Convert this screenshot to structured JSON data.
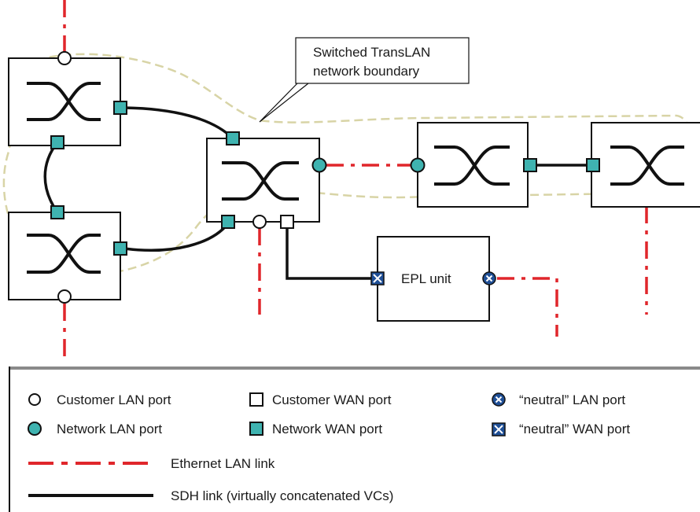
{
  "callout": {
    "line1": "Switched TransLAN",
    "line2": "network boundary"
  },
  "epl_unit": {
    "label": "EPL unit"
  },
  "legend": {
    "customer_lan_port": "Customer LAN port",
    "customer_wan_port": "Customer WAN port",
    "neutral_lan_port": "“neutral” LAN port",
    "network_lan_port": "Network LAN port",
    "network_wan_port": "Network WAN port",
    "neutral_wan_port": "“neutral” WAN port",
    "ethernet_link": "Ethernet LAN link",
    "sdh_link": "SDH link (virtually concatenated VCs)"
  },
  "colors": {
    "ethernet_link": "#e0262b",
    "sdh_link": "#111111",
    "network_port_fill": "#3fb3b0",
    "neutral_port_fill": "#1f4f96",
    "boundary": "#d8d4a6"
  },
  "icons": {
    "switch": "switch-cross-icon",
    "customer_lan": "open-circle",
    "customer_wan": "open-square",
    "network_lan": "teal-circle",
    "network_wan": "teal-square",
    "neutral_lan": "circle-x",
    "neutral_wan": "square-x"
  }
}
